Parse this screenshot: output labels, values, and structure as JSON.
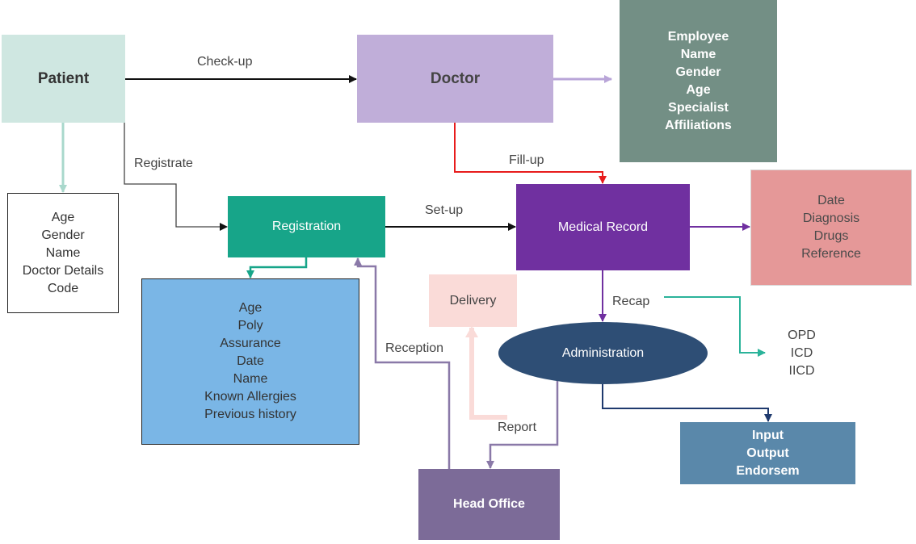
{
  "nodes": {
    "patient": {
      "label": "Patient",
      "color": "#cfe7e1"
    },
    "doctor": {
      "label": "Doctor",
      "color": "#c0aed9"
    },
    "employee_info": {
      "color": "#738f85",
      "lines": [
        "Employee",
        "Name",
        "Gender",
        "Age",
        "Specialist",
        "Affiliations"
      ]
    },
    "patient_info": {
      "lines": [
        "Age",
        "Gender",
        "Name",
        "Doctor Details",
        "Code"
      ]
    },
    "registration": {
      "label": "Registration",
      "color": "#17a589"
    },
    "medical_record": {
      "label": "Medical Record",
      "color": "#7030a0"
    },
    "record_info": {
      "color": "#e59898",
      "lines": [
        "Date",
        "Diagnosis",
        "Drugs",
        "Reference"
      ]
    },
    "registration_info": {
      "color": "#7ab6e6",
      "lines": [
        "Age",
        "Poly",
        "Assurance",
        "Date",
        "Name",
        "Known Allergies",
        "Previous history"
      ]
    },
    "delivery": {
      "label": "Delivery",
      "color": "#fadbd8"
    },
    "administration": {
      "label": "Administration",
      "color": "#2e4e75"
    },
    "head_office": {
      "label": "Head Office",
      "color": "#7c6b98"
    },
    "admin_codes": {
      "lines": [
        "OPD",
        "ICD",
        "IICD"
      ]
    },
    "output_box": {
      "color": "#5a88aa",
      "lines": [
        "Input",
        "Output",
        "Endorsem"
      ]
    }
  },
  "edges": {
    "checkup": "Check-up",
    "registrate": "Registrate",
    "fillup": "Fill-up",
    "setup": "Set-up",
    "recap": "Recap",
    "reception": "Reception",
    "report": "Report"
  },
  "colors": {
    "black_edge": "#111111",
    "red_edge": "#e81c1c",
    "teal_edge": "#17a589",
    "purple_edge": "#7030a0",
    "mint_edge": "#a9d8cc",
    "lavender_edge": "#b9a5d8",
    "head_office_edge": "#8a79a8",
    "navy_edge": "#1f3a6e",
    "pink_edge": "#fadbd8",
    "recap_edge": "#2bb39a"
  }
}
